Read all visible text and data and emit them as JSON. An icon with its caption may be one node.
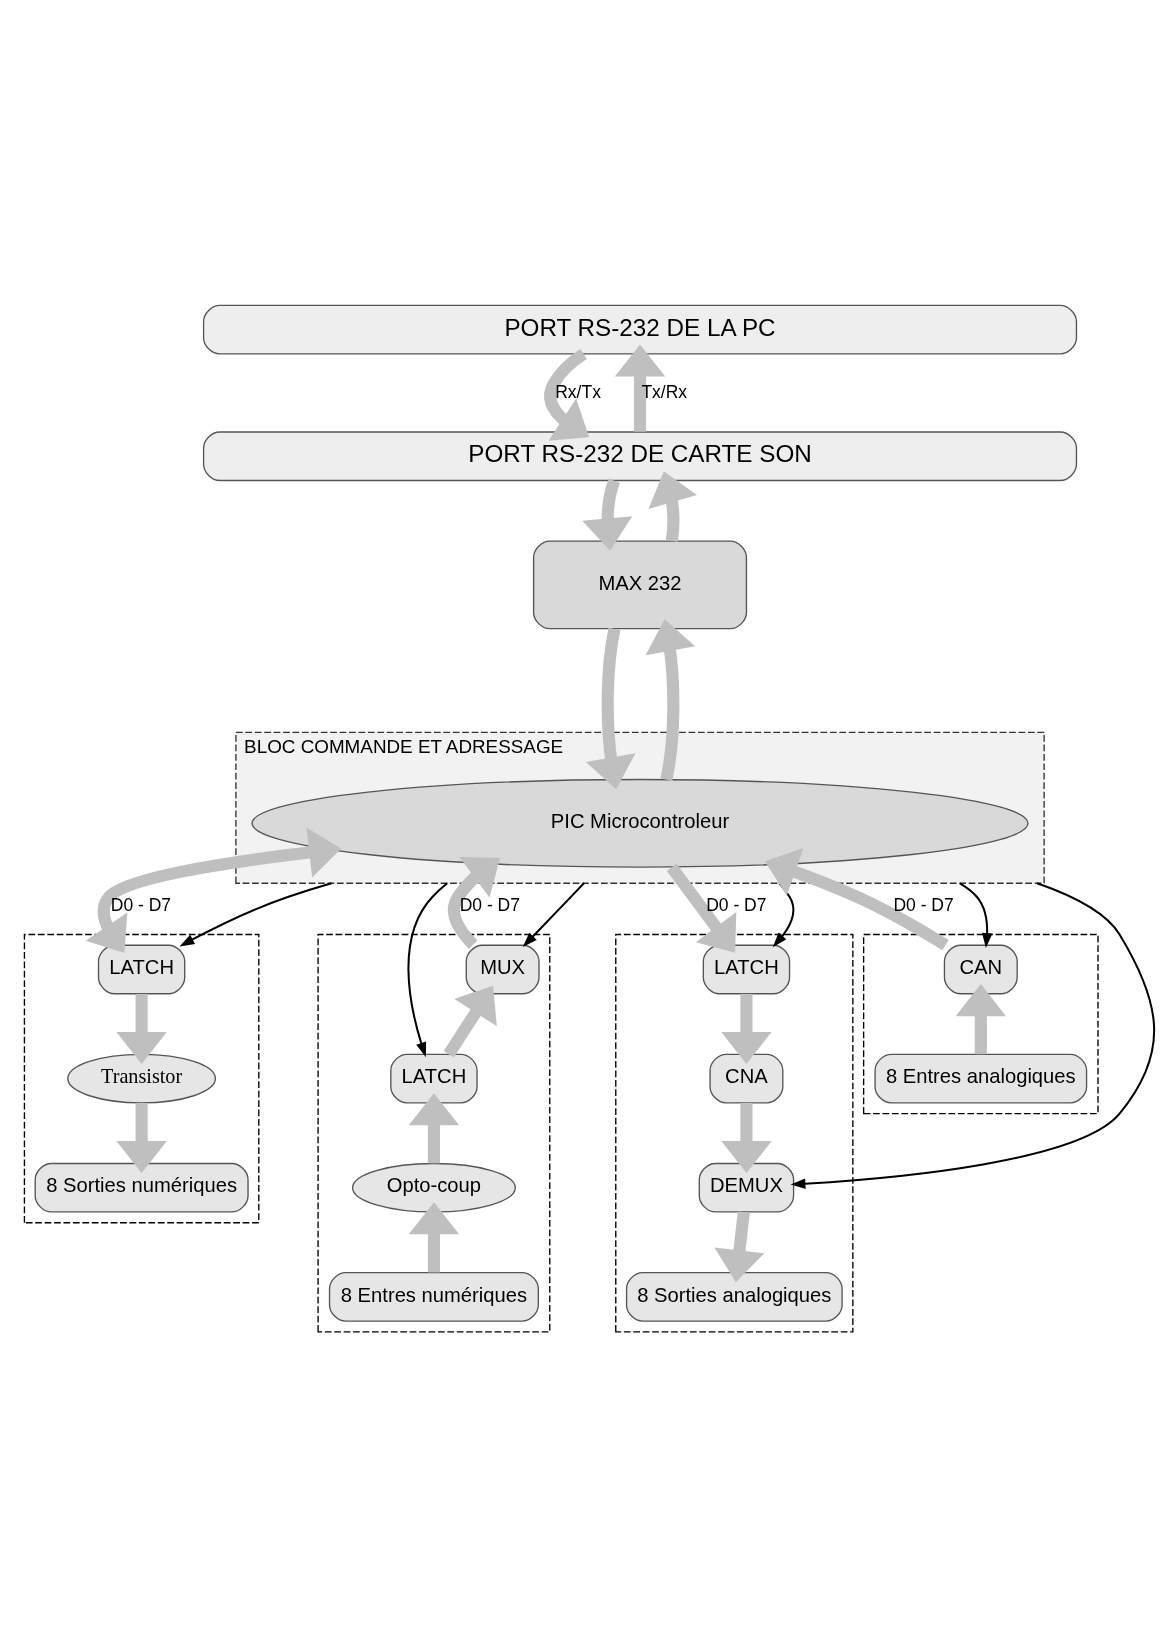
{
  "diagram": {
    "nodes": [
      {
        "text": [
          "PORT RS-232 DE LA PC"
        ]
      },
      {
        "text": [
          "PORT RS-232 DE CARTE SON"
        ]
      },
      {
        "text": [
          "MAX 232"
        ]
      },
      {
        "text": [
          "BLOC COMMANDE ET ADRESSAGE"
        ]
      },
      {
        "text": [
          "PIC Microcontroleur"
        ],
        "in": 3
      },
      {
        "text": [],
        "shape": "box"
      },
      {
        "text": [
          "LATCH"
        ],
        "in": 5
      },
      {
        "text": [
          "Transistor"
        ],
        "in": 5
      },
      {
        "text": [
          "8 Sorties numériques"
        ],
        "in": 5
      },
      {
        "text": [],
        "shape": "box"
      },
      {
        "text": [
          "LATCH"
        ],
        "in": 9
      },
      {
        "text": [
          "CNA"
        ],
        "in": 9
      },
      {
        "text": [
          "DEMUX"
        ],
        "in": 9
      },
      {
        "text": [
          "8 Sorties analogiques"
        ],
        "in": 9
      },
      {
        "text": [],
        "shape": "box"
      },
      {
        "text": [
          "MUX"
        ],
        "in": 14
      },
      {
        "text": [
          "LATCH"
        ],
        "in": 14
      },
      {
        "text": [
          "Opto-coup"
        ],
        "in": 14
      },
      {
        "text": [
          "8 Entres numériques"
        ],
        "in": 14
      },
      {
        "text": [],
        "shape": "box"
      },
      {
        "text": [
          "CAN"
        ],
        "in": 19
      },
      {
        "text": [
          "8 Entres analogiques"
        ],
        "in": 19
      }
    ],
    "edges": [
      {
        "from": 0,
        "to": 1,
        "arrow": "to",
        "label": "Rx/Tx"
      },
      {
        "from": 1,
        "to": 0,
        "arrow": "to",
        "label": "Tx/Rx"
      },
      {
        "from": 1,
        "to": 2,
        "arrow": "to"
      },
      {
        "from": 2,
        "to": 1,
        "arrow": "to"
      },
      {
        "from": 2,
        "to": 4,
        "arrow": "to"
      },
      {
        "from": 4,
        "to": 2,
        "arrow": "to"
      },
      {
        "from": 6,
        "to": 4,
        "arrow": "both",
        "label": "D0 - D7"
      },
      {
        "from": 4,
        "to": 10,
        "arrow": "to",
        "label": "D0 - D7"
      },
      {
        "from": 15,
        "to": 4,
        "arrow": "to",
        "label": "D0 - D7"
      },
      {
        "from": 20,
        "to": 4,
        "arrow": "to",
        "label": "D0 - D7"
      },
      {
        "from": 6,
        "to": 7,
        "arrow": "to"
      },
      {
        "from": 7,
        "to": 8,
        "arrow": "to"
      },
      {
        "from": 10,
        "to": 11,
        "arrow": "to"
      },
      {
        "from": 11,
        "to": 12,
        "arrow": "to"
      },
      {
        "from": 12,
        "to": 13,
        "arrow": "to"
      },
      {
        "from": 16,
        "to": 15,
        "arrow": "to"
      },
      {
        "from": 17,
        "to": 16,
        "arrow": "to"
      },
      {
        "from": 18,
        "to": 17,
        "arrow": "to"
      },
      {
        "from": 21,
        "to": 20,
        "arrow": "to"
      },
      {
        "from": 3,
        "to": 6,
        "arrow": "to",
        "color": "#000000"
      },
      {
        "from": 3,
        "to": 10,
        "arrow": "to",
        "color": "#000000"
      },
      {
        "from": 3,
        "to": 12,
        "arrow": "to",
        "color": "#000000"
      },
      {
        "from": 3,
        "to": 15,
        "arrow": "to",
        "color": "#000000"
      },
      {
        "from": 3,
        "to": 16,
        "arrow": "to",
        "color": "#000000"
      },
      {
        "from": 3,
        "to": 20,
        "arrow": "to",
        "color": "#000000"
      }
    ]
  }
}
